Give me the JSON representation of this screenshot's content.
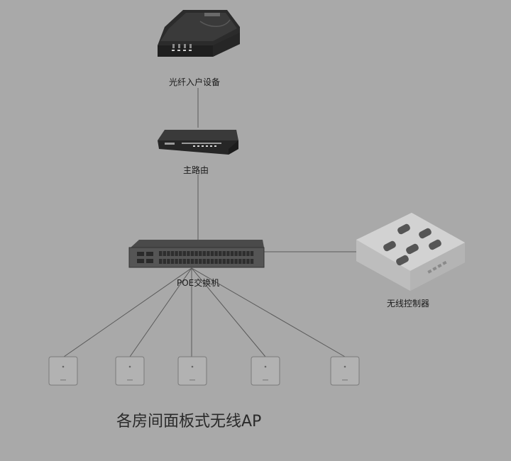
{
  "diagram": {
    "nodes": {
      "fiber_device": {
        "label": "光纤入户设备",
        "icon": "fiber-modem-icon"
      },
      "main_router": {
        "label": "主路由",
        "icon": "router-icon"
      },
      "poe_switch": {
        "label": "POE交换机",
        "icon": "poe-switch-icon"
      },
      "wireless_controller": {
        "label": "无线控制器",
        "icon": "wireless-controller-icon"
      },
      "access_points": {
        "count": 5,
        "icon": "panel-ap-icon"
      }
    },
    "caption": "各房间面板式无线AP",
    "colors": {
      "background": "#a9a9a9",
      "device_dark": "#2b2b2b",
      "device_light": "#c4c4c4",
      "line": "#5a5a5a"
    }
  }
}
